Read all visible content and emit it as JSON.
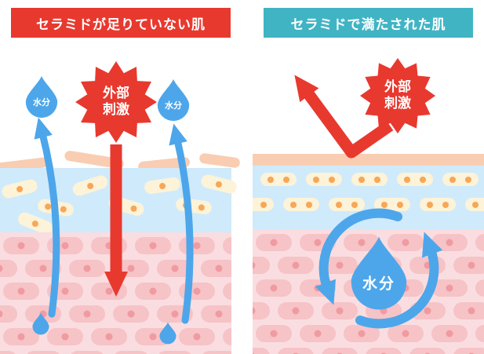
{
  "left_panel": {
    "title": "セラミドが足りていない肌",
    "external_stimulus": "外部刺激",
    "moisture": "水分"
  },
  "right_panel": {
    "title": "セラミドで満たされた肌",
    "external_stimulus": "外部刺激",
    "moisture": "水分"
  },
  "colors": {
    "alert_red": "#e8392f",
    "header_teal": "#41b4c4",
    "water_blue": "#4da6ea",
    "barrier_peach": "#f9cdb2",
    "epidermis_blue": "#cfeafb",
    "dermis_pink": "#fadde0"
  }
}
